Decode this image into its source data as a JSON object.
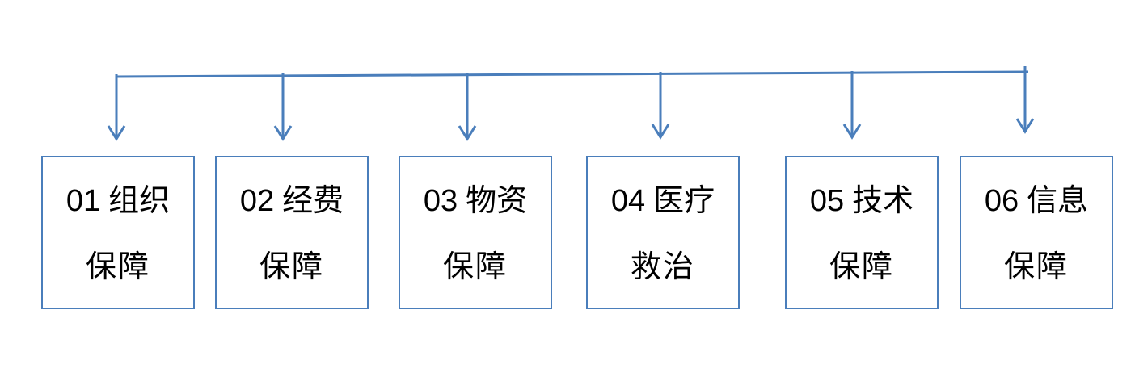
{
  "diagram": {
    "line_color": "#4a7ebb",
    "boxes": [
      {
        "number": "01",
        "title": "组织",
        "subtitle": "保障"
      },
      {
        "number": "02",
        "title": "经费",
        "subtitle": "保障"
      },
      {
        "number": "03",
        "title": "物资",
        "subtitle": "保障"
      },
      {
        "number": "04",
        "title": "医疗",
        "subtitle": "救治"
      },
      {
        "number": "05",
        "title": "技术",
        "subtitle": "保障"
      },
      {
        "number": "06",
        "title": "信息",
        "subtitle": "保障"
      }
    ]
  }
}
